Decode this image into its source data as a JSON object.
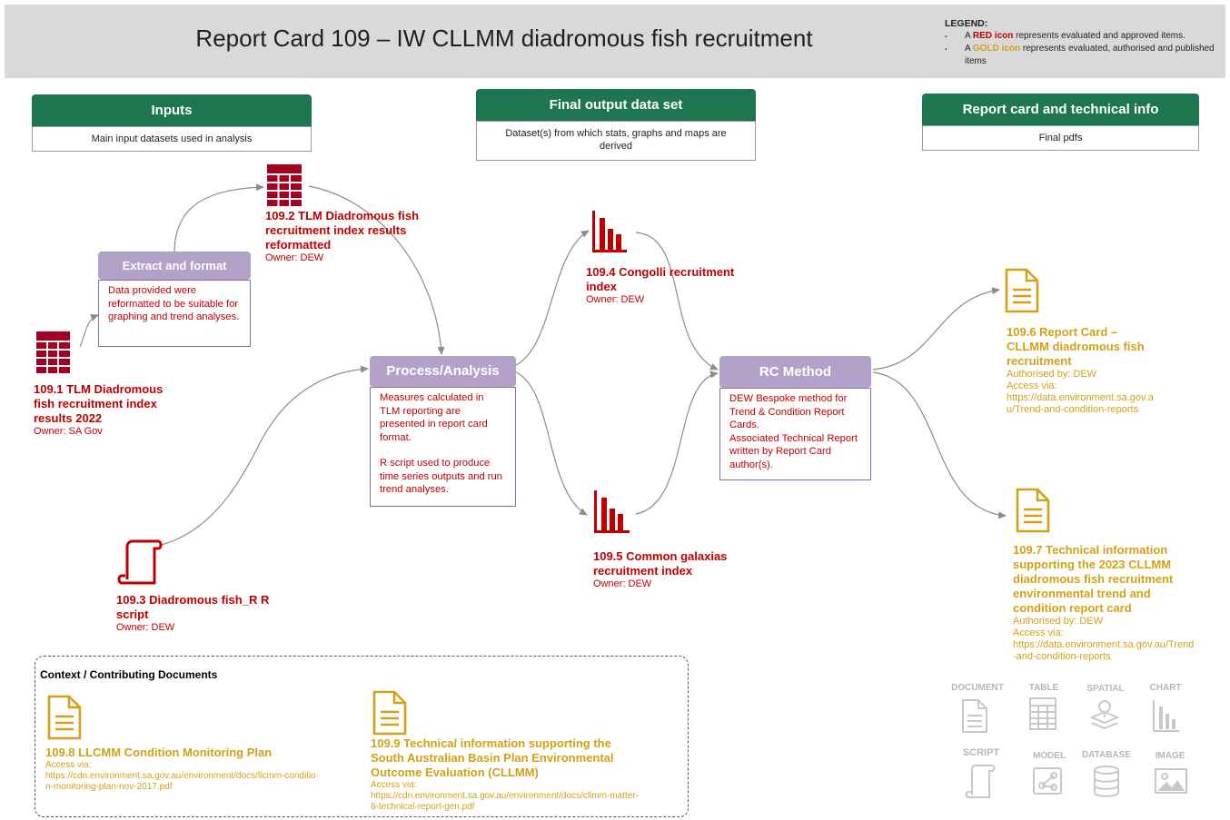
{
  "header": {
    "title": "Report Card 109 – IW CLLMM diadromous fish recruitment",
    "legend_title": "LEGEND:",
    "legend_1_pre": "A ",
    "legend_1_em": "RED icon",
    "legend_1_post": " represents evaluated and approved items.",
    "legend_2_pre": "A ",
    "legend_2_em": "GOLD icon",
    "legend_2_post": " represents evaluated, authorised and published items"
  },
  "columns": {
    "inputs_title": "Inputs",
    "inputs_sub": "Main input datasets used in analysis",
    "output_title": "Final output data set",
    "output_sub": "Dataset(s) from which stats, graphs and maps are derived",
    "report_title": "Report card and technical info",
    "report_sub": "Final pdfs"
  },
  "processes": {
    "extract_title": "Extract and format",
    "extract_desc": "Data provided were reformatted to be suitable for graphing and trend analyses.",
    "analysis_title": "Process/Analysis",
    "analysis_desc_1": "Measures calculated in TLM reporting are presented in report card format.",
    "analysis_desc_2": "R script used to produce time series outputs and run trend analyses.",
    "rc_title": "RC Method",
    "rc_desc_1": "DEW Bespoke method for Trend & Condition Report Cards.",
    "rc_desc_2": "Associated Technical Report written by Report Card author(s)."
  },
  "items": {
    "i1091_label": "109.1 TLM Diadromous fish recruitment index results 2022",
    "i1091_owner": "Owner:  SA Gov",
    "i1092_label": "109.2 TLM Diadromous fish recruitment index results reformatted",
    "i1092_owner": "Owner:  DEW",
    "i1093_label": "109.3 Diadromous fish_R R script",
    "i1093_owner": "Owner: DEW",
    "i1094_label": "109.4 Congolli recruitment index",
    "i1094_owner": "Owner:  DEW",
    "i1095_label": "109.5 Common galaxias recruitment index",
    "i1095_owner": "Owner:  DEW",
    "i1096_label": "109.6 Report Card – CLLMM diadromous fish recruitment",
    "i1096_auth": "Authorised by: DEW",
    "i1096_access": "Access via:",
    "i1096_url": "https://data.environment.sa.gov.au/Trend-and-condition-reports",
    "i1097_label": "109.7 Technical information supporting the 2023 CLLMM diadromous fish recruitment environmental trend and condition report card",
    "i1097_auth": "Authorised by: DEW",
    "i1097_access": "Access via:",
    "i1097_url": "https://data.environment.sa.gov.au/Trend-and-condition-reports"
  },
  "context": {
    "title": "Context / Contributing Documents",
    "d1098_label": "109.8 LLCMM Condition Monitoring Plan",
    "d1098_access": "Access via:",
    "d1098_url": "https://cdn.environment.sa.gov.au/environment/docs/llcmm-condition-monitoring-plan-nov-2017.pdf",
    "d1099_label": "109.9 Technical information supporting the South Australian Basin Plan Environmental Outcome Evaluation (CLLMM)",
    "d1099_access": "Access via:",
    "d1099_url": "https://cdn.environment.sa.gov.au/environment/docs/cllmm-matter-8-technical-report-gen.pdf"
  },
  "icon_key": {
    "document": "DOCUMENT",
    "table": "TABLE",
    "spatial": "SPATIAL",
    "chart": "CHART",
    "script": "SCRIPT",
    "model": "MODEL",
    "database": "DATABASE",
    "image": "IMAGE"
  },
  "colors": {
    "red": "#c00000",
    "gold": "#d4a017",
    "green_header": "#1e7650",
    "purple_header": "#b3a2c8",
    "grey_key": "#c8c8c8"
  }
}
